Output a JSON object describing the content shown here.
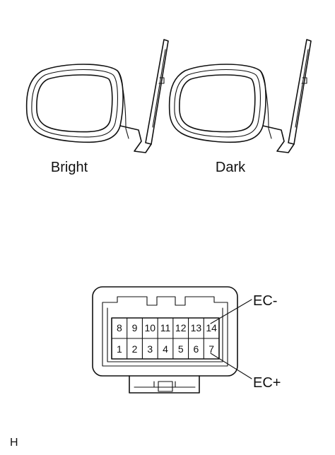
{
  "figure": {
    "mirror_bright_label": "Bright",
    "mirror_dark_label": "Dark",
    "corner_code": "H",
    "colors": {
      "dark_glass": "#c8c8c8",
      "bright_glass": "#ffffff",
      "line": "#111111"
    }
  },
  "connector": {
    "terminal_top_row": [
      "8",
      "9",
      "10",
      "11",
      "12",
      "13",
      "14"
    ],
    "terminal_bottom_row": [
      "1",
      "2",
      "3",
      "4",
      "5",
      "6",
      "7"
    ],
    "callout_ec_minus": "EC-",
    "callout_ec_plus": "EC+"
  }
}
